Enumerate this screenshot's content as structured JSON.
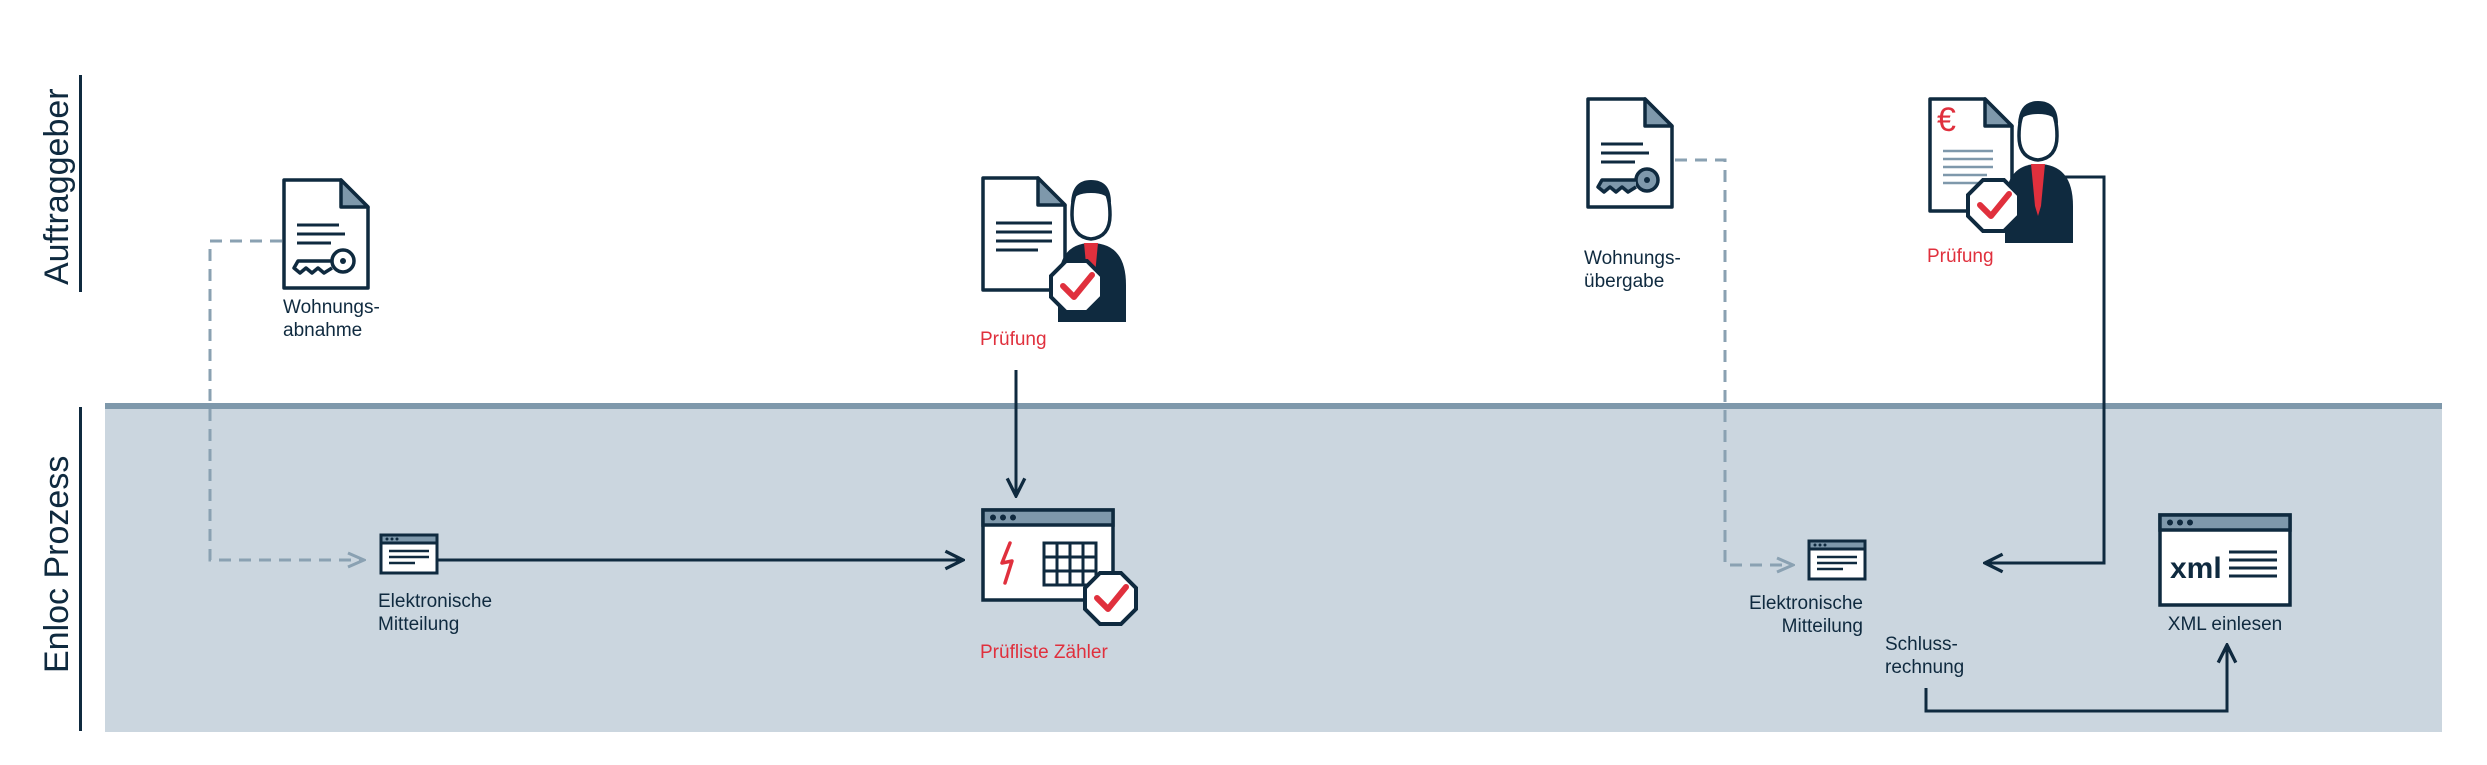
{
  "lanes": {
    "client": "Auftraggeber",
    "process": "Enloc Prozess"
  },
  "nodes": {
    "acceptance": [
      "Wohnungs-",
      "abnahme"
    ],
    "check_1": "Prüfung",
    "handover": [
      "Wohnungs-",
      "übergabe"
    ],
    "check_2": "Prüfung",
    "notice_1": [
      "Elektronische",
      "Mitteilung"
    ],
    "checklist": "Prüfliste Zähler",
    "notice_2": [
      "Elektronische",
      "Mitteilung"
    ],
    "final_invoice": [
      "Schluss-",
      "rechnung"
    ],
    "xml_import": "XML einlesen",
    "xml_badge": "xml",
    "currency_symbol": "€"
  },
  "colors": {
    "navy": "#0f2a3f",
    "red": "#e0303d",
    "lane_fill": "#cbd6df",
    "lane_border": "#7e98ab",
    "dashed": "#8aa1b2",
    "slate": "#7e98ab"
  }
}
